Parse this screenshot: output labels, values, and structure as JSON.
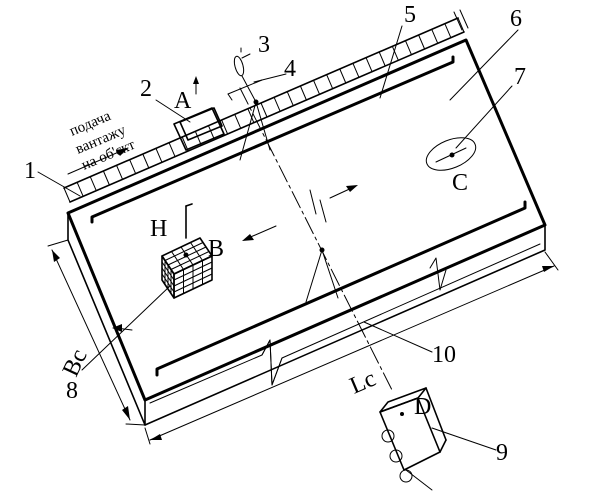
{
  "labels": {
    "n1": "1",
    "n2": "2",
    "n3": "3",
    "n4": "4",
    "n5": "5",
    "n6": "6",
    "n7": "7",
    "n8": "8",
    "n9": "9",
    "n10": "10",
    "A": "A",
    "B": "B",
    "C": "C",
    "D": "D",
    "H": "H",
    "Bc": "Bc",
    "Lc": "Lc"
  },
  "supply_note": {
    "line1": "подача",
    "line2": "вантажу",
    "line3": "на об'єкт"
  }
}
